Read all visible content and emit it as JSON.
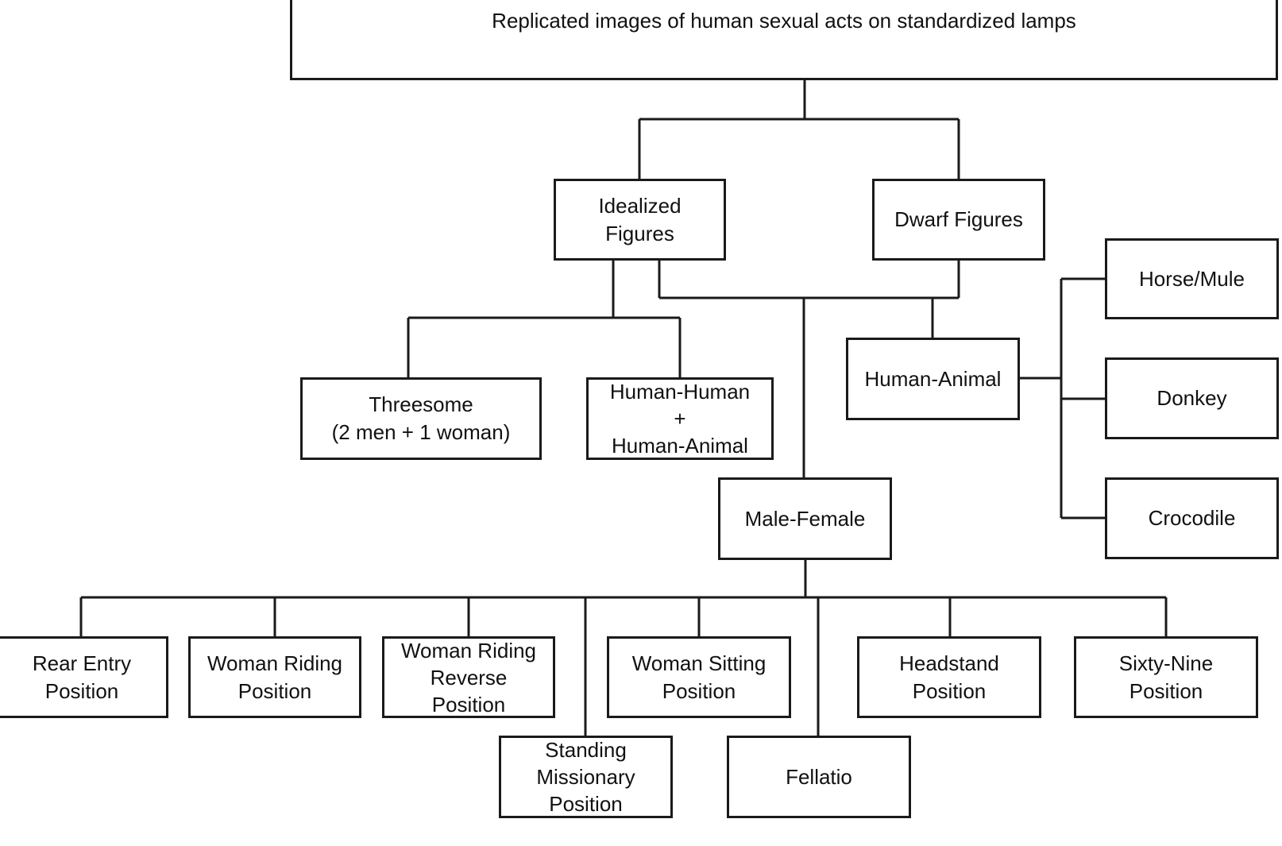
{
  "diagram": {
    "root": {
      "lines": [
        "Replicated images of human sexual acts on standardized lamps"
      ]
    },
    "idealized": {
      "lines": [
        "Idealized",
        "Figures"
      ]
    },
    "dwarf": {
      "lines": [
        "Dwarf Figures"
      ]
    },
    "threesome": {
      "lines": [
        "Threesome",
        "(2 men + 1 woman)"
      ]
    },
    "human_human": {
      "lines": [
        "Human-Human",
        "+",
        "Human-Animal"
      ]
    },
    "human_animal": {
      "lines": [
        "Human-Animal"
      ]
    },
    "horse": {
      "lines": [
        "Horse/Mule"
      ]
    },
    "donkey": {
      "lines": [
        "Donkey"
      ]
    },
    "crocodile": {
      "lines": [
        "Crocodile"
      ]
    },
    "male_female": {
      "lines": [
        "Male-Female"
      ]
    },
    "rear_entry": {
      "lines": [
        "Rear Entry",
        "Position"
      ]
    },
    "woman_riding": {
      "lines": [
        "Woman Riding",
        "Position"
      ]
    },
    "woman_riding_reverse": {
      "lines": [
        "Woman Riding",
        "Reverse",
        "Position"
      ]
    },
    "woman_sitting": {
      "lines": [
        "Woman Sitting",
        "Position"
      ]
    },
    "headstand": {
      "lines": [
        "Headstand",
        "Position"
      ]
    },
    "sixty_nine": {
      "lines": [
        "Sixty-Nine",
        "Position"
      ]
    },
    "standing_missionary": {
      "lines": [
        "Standing",
        "Missionary",
        "Position"
      ]
    },
    "fellatio": {
      "lines": [
        "Fellatio"
      ]
    }
  }
}
